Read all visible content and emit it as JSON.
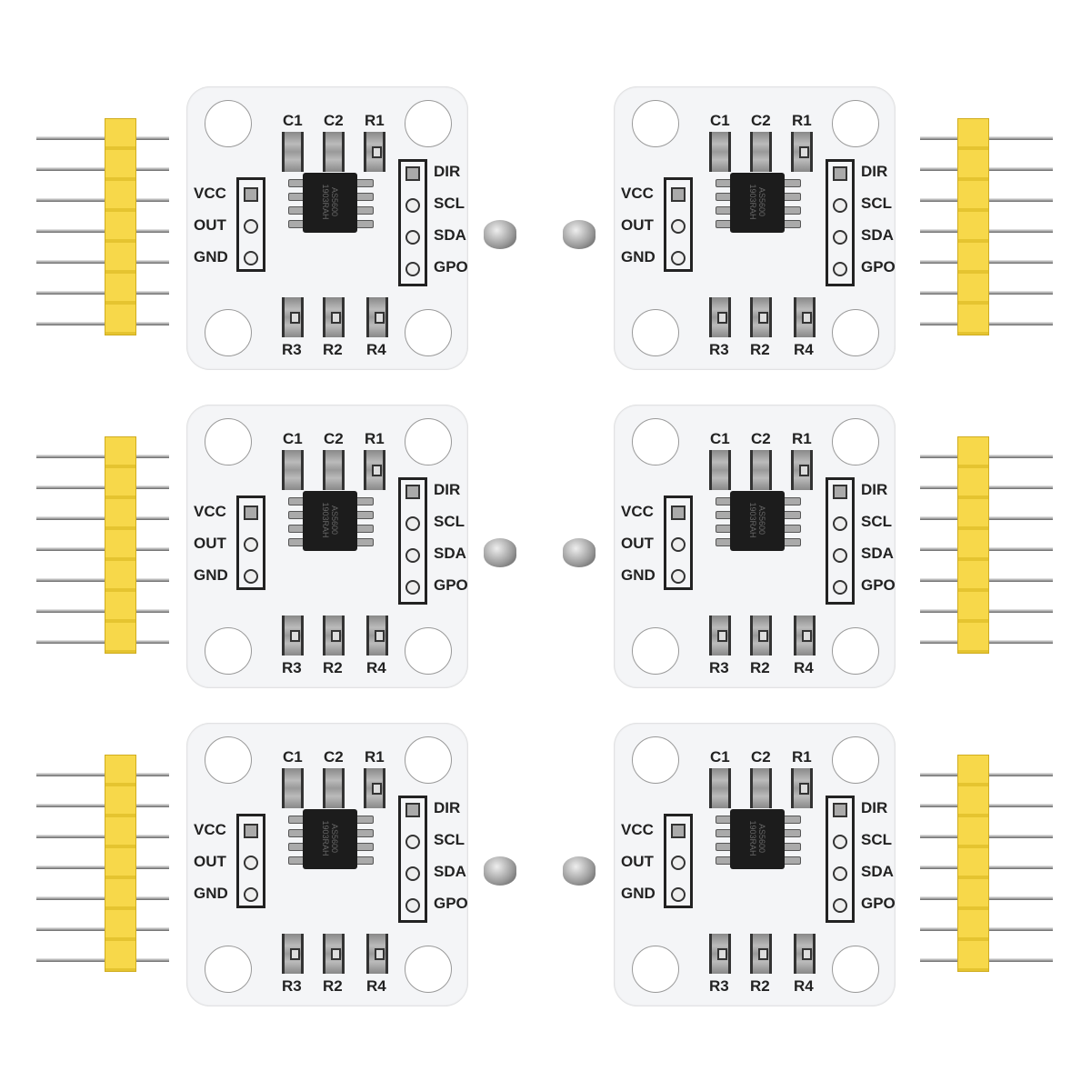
{
  "product": {
    "chip_marking": [
      "AS5600",
      "1903RAH"
    ],
    "left_pins": [
      "VCC",
      "OUT",
      "GND"
    ],
    "right_pins": [
      "DIR",
      "SCL",
      "SDA",
      "GPO"
    ],
    "top_parts": [
      "C1",
      "C2",
      "R1"
    ],
    "bottom_parts": [
      "R3",
      "R2",
      "R4"
    ],
    "board_count": 6,
    "colors": {
      "board": "#f4f5f7",
      "header": "#f7d84a",
      "magnet": "#999999"
    }
  }
}
